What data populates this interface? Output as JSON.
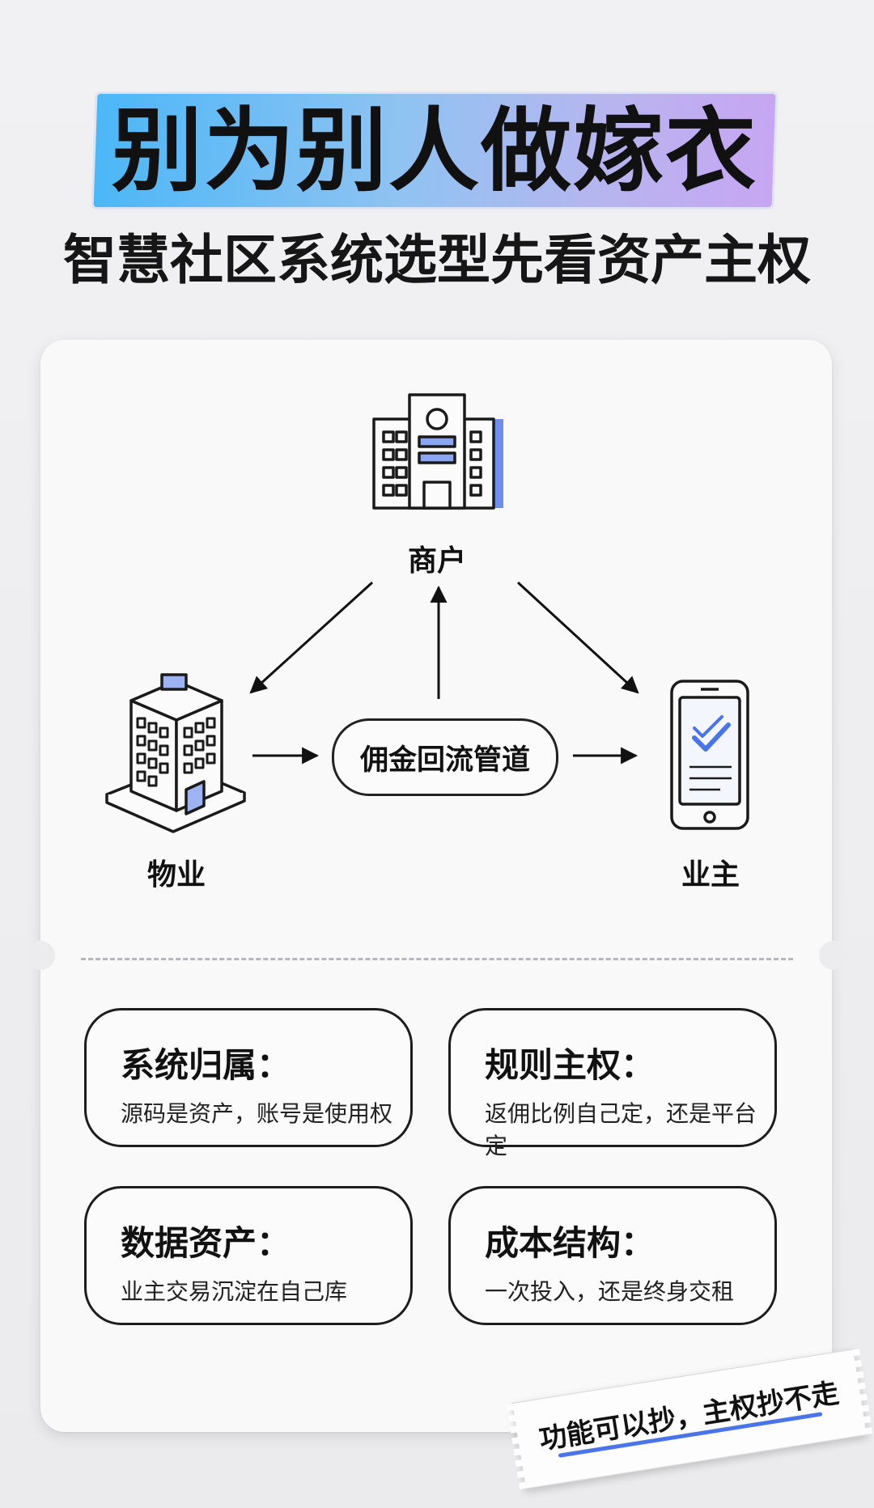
{
  "header": {
    "title": "别为别人做嫁衣",
    "subtitle": "智慧社区系统选型先看资产主权"
  },
  "diagram": {
    "merchant": {
      "label": "商户",
      "icon": "office-building-icon"
    },
    "property": {
      "label": "物业",
      "icon": "tower-building-icon"
    },
    "owner": {
      "label": "业主",
      "icon": "smartphone-checkmark-icon"
    },
    "pipeline_label": "佣金回流管道"
  },
  "cards": [
    {
      "title": "系统归属：",
      "desc": "源码是资产，账号是使用权"
    },
    {
      "title": "规则主权：",
      "desc": "返佣比例自己定，还是平台定"
    },
    {
      "title": "数据资产：",
      "desc": "业主交易沉淀在自己库"
    },
    {
      "title": "成本结构：",
      "desc": "一次投入，还是终身交租"
    }
  ],
  "tag": {
    "text": "功能可以抄，主权抄不走"
  },
  "colors": {
    "title_gradient_start": "#4cb7f7",
    "title_gradient_end": "#c7a6f3",
    "accent_blue": "#4a74ea",
    "outline": "#1d1d1d"
  }
}
